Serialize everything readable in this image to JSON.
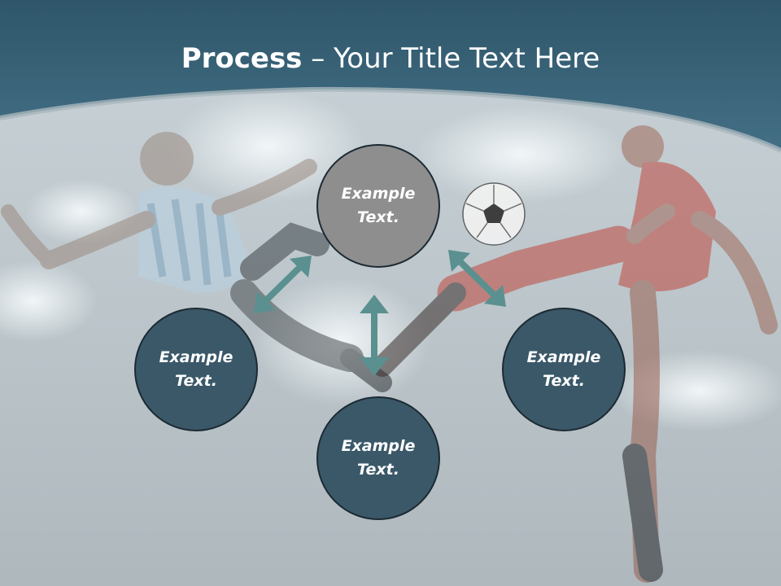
{
  "title": {
    "bold": "Process",
    "rest": " – Your Title Text Here"
  },
  "colors": {
    "header_band": "#3b6a80",
    "circle_primary": "#3a5868",
    "circle_highlight": "#8e8e8e",
    "arrow": "#5b9090",
    "text": "#ffffff"
  },
  "circles": {
    "top": {
      "line1": "Example",
      "line2": "Text."
    },
    "left": {
      "line1": "Example",
      "line2": "Text."
    },
    "bottom": {
      "line1": "Example",
      "line2": "Text."
    },
    "right": {
      "line1": "Example",
      "line2": "Text."
    }
  }
}
